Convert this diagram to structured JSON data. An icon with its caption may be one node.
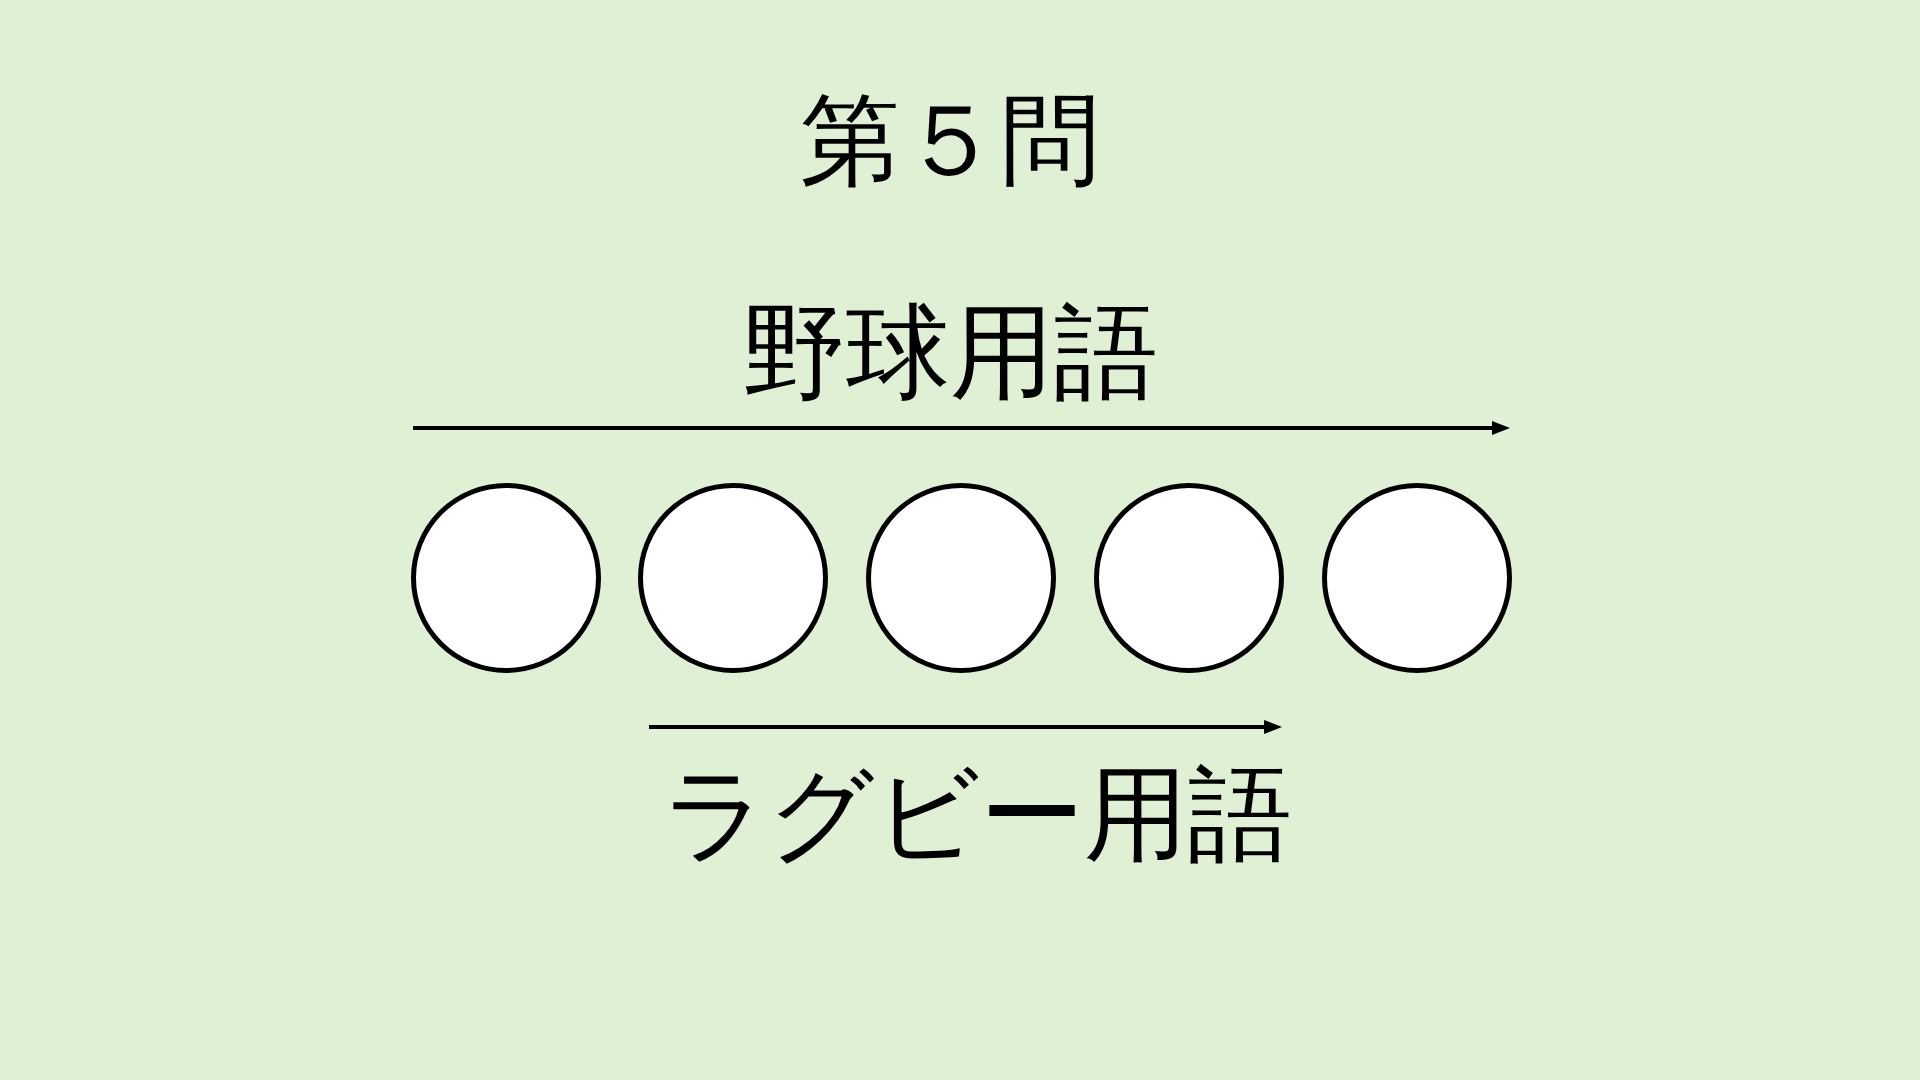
{
  "diagram": {
    "title": "第５問",
    "nodes": [
      {
        "text": [],
        "shape": "circle"
      },
      {
        "text": [],
        "shape": "circle"
      },
      {
        "text": [],
        "shape": "circle"
      },
      {
        "text": [],
        "shape": "circle"
      },
      {
        "text": [],
        "shape": "circle"
      }
    ],
    "labels": [
      "野球用語",
      "ラグビー用語"
    ]
  }
}
